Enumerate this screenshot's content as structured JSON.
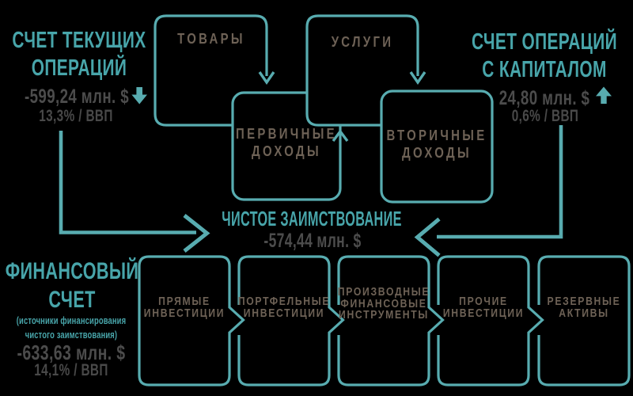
{
  "colors": {
    "background": "#000000",
    "line_teal": "#58acb0",
    "text_teal": "#48a5aa",
    "value_gray": "#4c4c4c",
    "share_gray": "#494949",
    "label_brown": "#6e6256"
  },
  "current_account": {
    "title": "СЧЕТ ТЕКУЩИХ\nОПЕРАЦИЙ",
    "value": "-599,24 млн. $",
    "share": "13,3% / ВВП",
    "trend_icon": "arrow-down"
  },
  "capital_account": {
    "title": "СЧЕТ ОПЕРАЦИЙ\nС КАПИТАЛОМ",
    "value": "24,80 млн. $",
    "share": "0,6% / ВВП",
    "trend_icon": "arrow-up"
  },
  "flows": {
    "goods": "ТОВАРЫ",
    "services": "УСЛУГИ",
    "primary_income": "ПЕРВИЧНЫЕ\nДОХОДЫ",
    "secondary_income": "ВТОРИЧНЫЕ\nДОХОДЫ"
  },
  "net_borrowing": {
    "label": "ЧИСТОЕ ЗАИМСТВОВАНИЕ",
    "value": "-574,44 млн. $"
  },
  "financial_account": {
    "title": "ФИНАНСОВЫЙ\nСЧЕТ",
    "subtitle": "(источники финансирования\nчистого заимствования)",
    "value": "-633,63 млн. $",
    "share": "14,1% / ВВП"
  },
  "financial_components": [
    {
      "label": "ПРЯМЫЕ\nИНВЕСТИЦИИ"
    },
    {
      "label": "ПОРТФЕЛЬНЫЕ\nИНВЕСТИЦИИ"
    },
    {
      "label": "ПРОИЗВОДНЫЕ\nФИНАНСОВЫЕ\nИНСТРУМЕНТЫ"
    },
    {
      "label": "ПРОЧИЕ\nИНВЕСТИЦИИ"
    },
    {
      "label": "РЕЗЕРВНЫЕ\nАКТИВЫ"
    }
  ]
}
